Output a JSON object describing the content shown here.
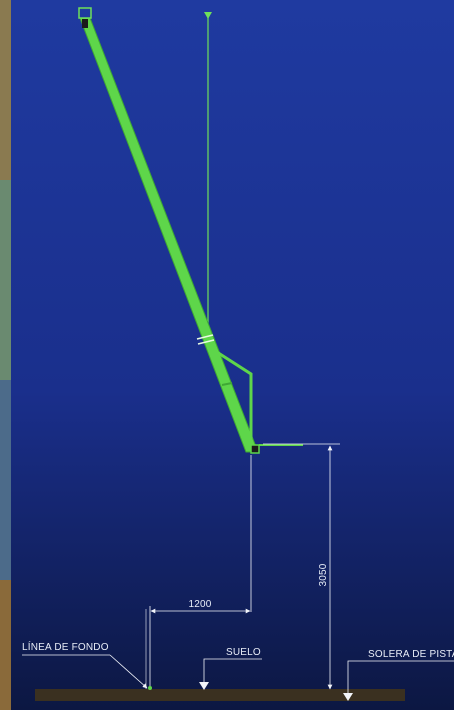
{
  "dimensions": {
    "horizontal_offset": "1200",
    "height": "3050"
  },
  "labels": {
    "baseline": "LÍNEA DE FONDO",
    "floor": "SUELO",
    "track_base": "SOLERA DE PISTA"
  },
  "colors": {
    "background_top": "#1f3aa0",
    "background_bottom": "#0c1742",
    "structure": "#5ed64a",
    "dimension_lines": "#f2f4fa",
    "floor_slab": "#3a3020"
  }
}
